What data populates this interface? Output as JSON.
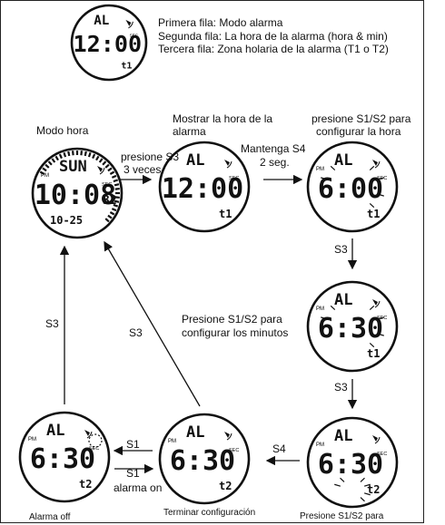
{
  "legend": {
    "line1": "Primera fila: Modo alarma",
    "line2": "Segunda fila: La hora de la alarma (hora & min)",
    "line3": "Tercera fila: Zona holaria de la alarma (T1 o T2)"
  },
  "labels": {
    "time_mode": "Modo hora",
    "show_alarm_line1": "Mostrar la hora de la",
    "show_alarm_line2": "alarma",
    "press_s12_line1": "presione S1/S2 para",
    "press_s12_line2": "configurar la hora",
    "press_s3_line1": "presione S3",
    "press_s3_line2": "3 veces",
    "hold_s4_line1": "Mantenga S4",
    "hold_s4_line2": "2 seg.",
    "s3_a": "S3",
    "s3_b": "S3",
    "s3_left": "S3",
    "s3_mid": "S3",
    "press_min_line1": "Presione S1/S2 para",
    "press_min_line2": "configurar los minutos",
    "s4": "S4",
    "s1_top": "S1",
    "s1_bottom": "S1",
    "alarm_on": "alarma on",
    "alarm_off": "Alarma off",
    "finish": "Terminar configuración",
    "press_zone_line1": "Presione S1/S2 para"
  },
  "watches": {
    "legend": {
      "top": "AL",
      "main": "12:00",
      "bottom": "t1",
      "pm": "",
      "sec": "SEC"
    },
    "time": {
      "top": "SUN",
      "main": "10:08",
      "bottom": "10-25",
      "pm": "PM",
      "sec": "SEC",
      "seconds": "32"
    },
    "alarm1": {
      "top": "AL",
      "main": "12:00",
      "bottom": "t1",
      "pm": "",
      "sec": "SEC"
    },
    "set_hour": {
      "top": "AL",
      "main": "6:00",
      "bottom": "t1",
      "pm": "PM",
      "sec": "SEC"
    },
    "set_min": {
      "top": "AL",
      "main": "6:30",
      "bottom": "t1",
      "pm": "PM",
      "sec": "SEC"
    },
    "set_zone": {
      "top": "AL",
      "main": "6:30",
      "bottom": "t2",
      "pm": "PM",
      "sec": "SEC"
    },
    "finished": {
      "top": "AL",
      "main": "6:30",
      "bottom": "t2",
      "pm": "PM",
      "sec": "SEC"
    },
    "off": {
      "top": "AL",
      "main": "6:30",
      "bottom": "t2",
      "pm": "PM",
      "sec": "SEC"
    }
  },
  "icons": [
    "alarm-bell-icon",
    "flashing-indicator-icon",
    "arrow-icon"
  ]
}
